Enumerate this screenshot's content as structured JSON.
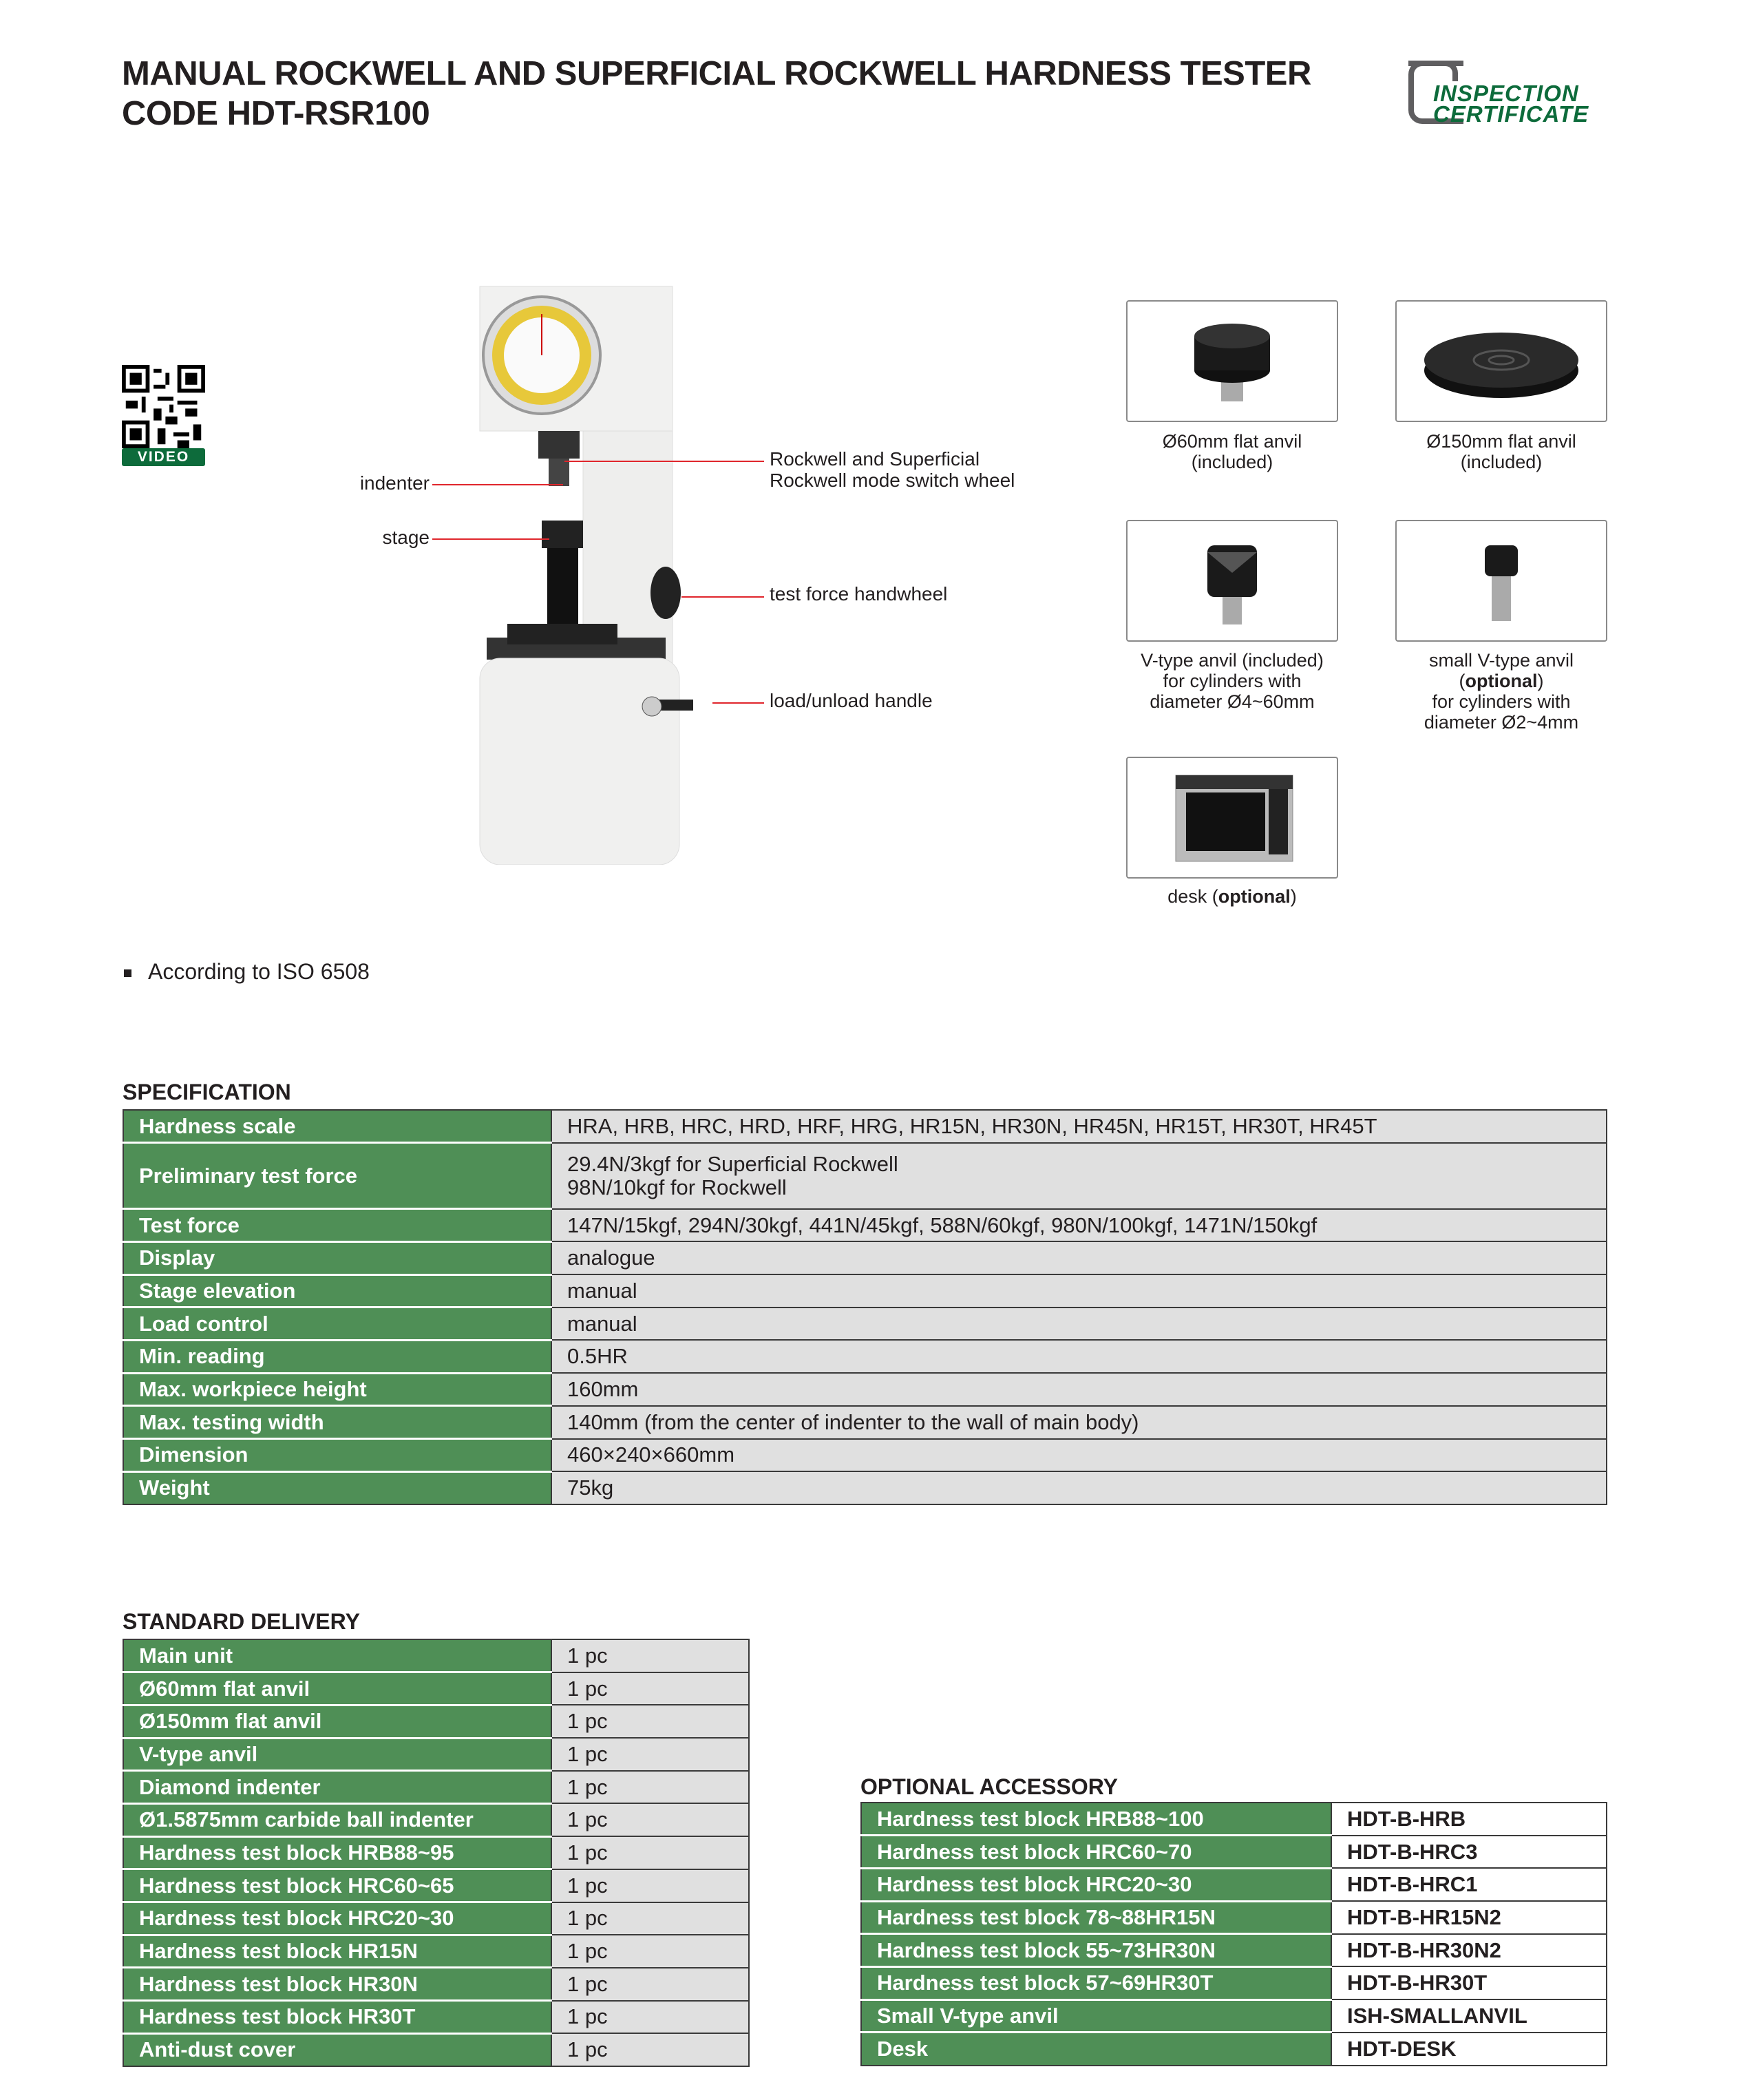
{
  "header": {
    "title_line1": "MANUAL ROCKWELL AND SUPERFICIAL ROCKWELL HARDNESS TESTER",
    "title_line2": "CODE HDT-RSR100",
    "logo_line1": "INSPECTION",
    "logo_line2": "CERTIFICATE"
  },
  "qr": {
    "label": "VIDEO"
  },
  "machine_labels": {
    "indenter": "indenter",
    "stage": "stage",
    "switch_wheel_1": "Rockwell and Superficial",
    "switch_wheel_2": "Rockwell mode switch wheel",
    "handwheel": "test force handwheel",
    "handle": "load/unload handle"
  },
  "accessories": [
    {
      "line1": "Ø60mm flat anvil",
      "line2": "(included)"
    },
    {
      "line1": "Ø150mm flat anvil",
      "line2": "(included)"
    },
    {
      "line1": "V-type anvil (included)",
      "line2": "for cylinders with",
      "line3": "diameter Ø4~60mm"
    },
    {
      "line1": "small V-type anvil",
      "line2": "optional",
      "line3": "for cylinders with",
      "line4": "diameter Ø2~4mm"
    },
    {
      "line1": "desk",
      "line2": "optional"
    }
  ],
  "features": [
    "According to ISO 6508"
  ],
  "specification": {
    "heading": "SPECIFICATION",
    "rows": [
      {
        "k": "Hardness scale",
        "v": "HRA, HRB, HRC, HRD, HRF, HRG, HR15N, HR30N, HR45N, HR15T, HR30T, HR45T"
      },
      {
        "k": "Preliminary test force",
        "v": "29.4N/3kgf for Superficial Rockwell",
        "v2": "98N/10kgf for Rockwell"
      },
      {
        "k": "Test force",
        "v": "147N/15kgf, 294N/30kgf, 441N/45kgf, 588N/60kgf, 980N/100kgf, 1471N/150kgf"
      },
      {
        "k": "Display",
        "v": "analogue"
      },
      {
        "k": "Stage elevation",
        "v": "manual"
      },
      {
        "k": "Load control",
        "v": "manual"
      },
      {
        "k": "Min. reading",
        "v": "0.5HR"
      },
      {
        "k": "Max. workpiece height",
        "v": "160mm"
      },
      {
        "k": "Max. testing width",
        "v": "140mm (from the center of indenter to the wall of main body)"
      },
      {
        "k": "Dimension",
        "v": "460×240×660mm"
      },
      {
        "k": "Weight",
        "v": "75kg"
      }
    ]
  },
  "delivery": {
    "heading": "STANDARD DELIVERY",
    "rows": [
      {
        "k": "Main unit",
        "v": "1 pc"
      },
      {
        "k": "Ø60mm flat anvil",
        "v": "1 pc"
      },
      {
        "k": "Ø150mm flat anvil",
        "v": "1 pc"
      },
      {
        "k": "V-type anvil",
        "v": "1 pc"
      },
      {
        "k": "Diamond indenter",
        "v": "1 pc"
      },
      {
        "k": "Ø1.5875mm carbide ball indenter",
        "v": "1 pc"
      },
      {
        "k": "Hardness test block HRB88~95",
        "v": "1 pc"
      },
      {
        "k": "Hardness test block HRC60~65",
        "v": "1 pc"
      },
      {
        "k": "Hardness test block HRC20~30",
        "v": "1 pc"
      },
      {
        "k": "Hardness test block HR15N",
        "v": "1 pc"
      },
      {
        "k": "Hardness test block HR30N",
        "v": "1 pc"
      },
      {
        "k": "Hardness test block HR30T",
        "v": "1 pc"
      },
      {
        "k": "Anti-dust cover",
        "v": "1 pc"
      }
    ]
  },
  "optional": {
    "heading": "OPTIONAL ACCESSORY",
    "rows": [
      {
        "k": "Hardness test block HRB88~100",
        "v": "HDT-B-HRB"
      },
      {
        "k": "Hardness test block HRC60~70",
        "v": "HDT-B-HRC3"
      },
      {
        "k": "Hardness test block HRC20~30",
        "v": "HDT-B-HRC1"
      },
      {
        "k": "Hardness test block 78~88HR15N",
        "v": "HDT-B-HR15N2"
      },
      {
        "k": "Hardness test block 55~73HR30N",
        "v": "HDT-B-HR30N2"
      },
      {
        "k": "Hardness test block 57~69HR30T",
        "v": "HDT-B-HR30T"
      },
      {
        "k": "Small V-type anvil",
        "v": "ISH-SMALLANVIL"
      },
      {
        "k": "Desk",
        "v": "HDT-DESK"
      }
    ]
  }
}
